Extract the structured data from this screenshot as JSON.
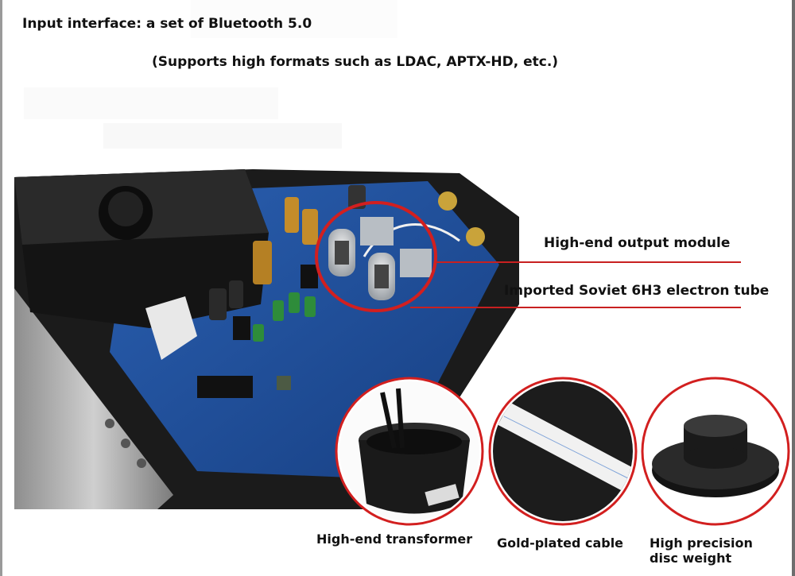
{
  "header": {
    "title": "Input interface: a set of Bluetooth 5.0",
    "subtitle": "(Supports high formats such as LDAC, APTX-HD, etc.)"
  },
  "callouts": [
    {
      "label": "High-end output module"
    },
    {
      "label": "Imported Soviet 6H3 electron tube"
    }
  ],
  "details": [
    {
      "caption": "High-end transformer",
      "icon": "transformer-photo"
    },
    {
      "caption": "Gold-plated cable",
      "icon": "ribbon-cable-photo"
    },
    {
      "caption": "High precision disc weight",
      "icon": "disc-weight-photo"
    }
  ],
  "colors": {
    "accent_red": "#c82020",
    "pcb_blue": "#1f4f9a",
    "chassis_black": "#1b1b1b",
    "page_bg": "#ffffff"
  }
}
